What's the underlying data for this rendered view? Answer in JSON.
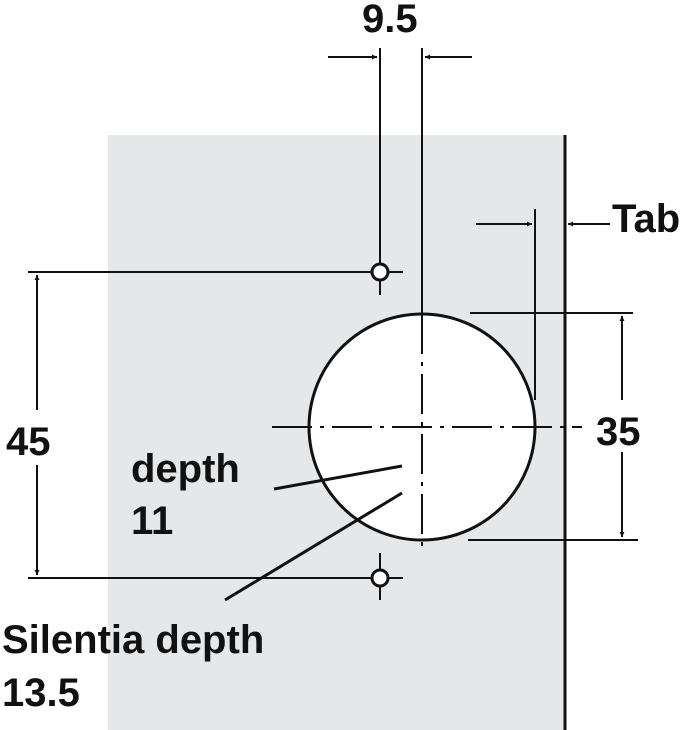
{
  "labels": {
    "top_dimension": "9.5",
    "tab": "Tab",
    "cup_diameter": "35",
    "hole_spacing": "45",
    "depth_label": "depth",
    "depth_value": "11",
    "silentia_label": "Silentia depth",
    "silentia_value": "13.5"
  },
  "colors": {
    "panel": "#e6e7e9",
    "line": "#111111"
  }
}
